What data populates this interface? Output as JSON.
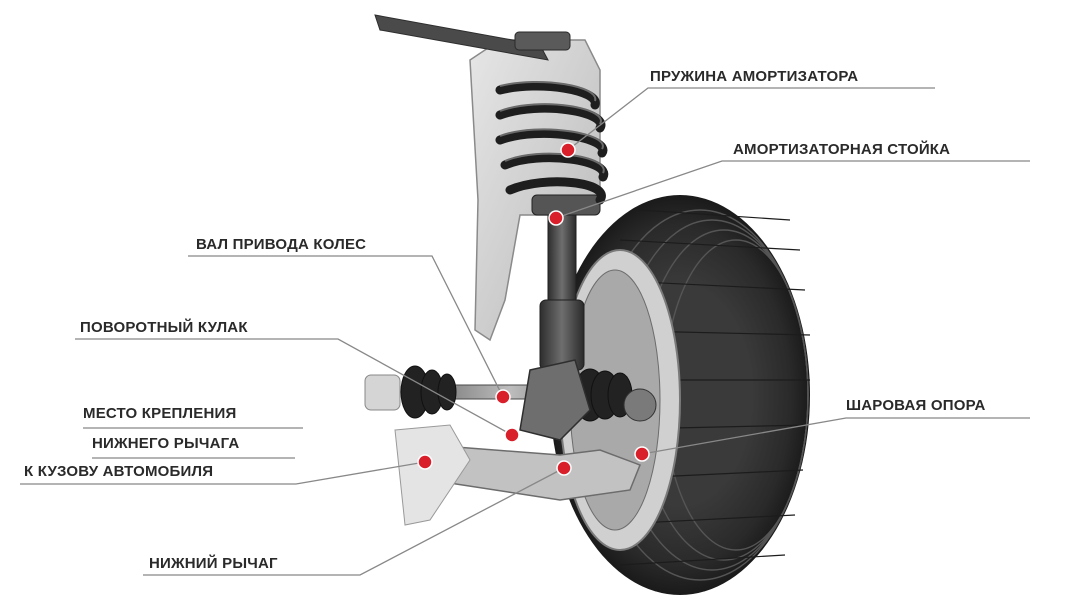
{
  "labels": {
    "spring": "ПРУЖИНА АМОРТИЗАТОРА",
    "strut": "АМОРТИЗАТОРНАЯ СТОЙКА",
    "drive_shaft": "ВАЛ ПРИВОДА КОЛЕС",
    "knuckle": "ПОВОРОТНЫЙ КУЛАК",
    "mount_line1": "МЕСТО КРЕПЛЕНИЯ",
    "mount_line2": "НИЖНЕГО РЫЧАГА",
    "mount_line3": "К КУЗОВУ АВТОМОБИЛЯ",
    "ball_joint": "ШАРОВАЯ ОПОРА",
    "lower_arm": "НИЖНИЙ РЫЧАГ"
  },
  "colors": {
    "marker": "#d81f2a",
    "leader": "#888888",
    "text": "#2a2a2a",
    "tire": "#2b2b2b",
    "metal": "#8e8e8e"
  }
}
